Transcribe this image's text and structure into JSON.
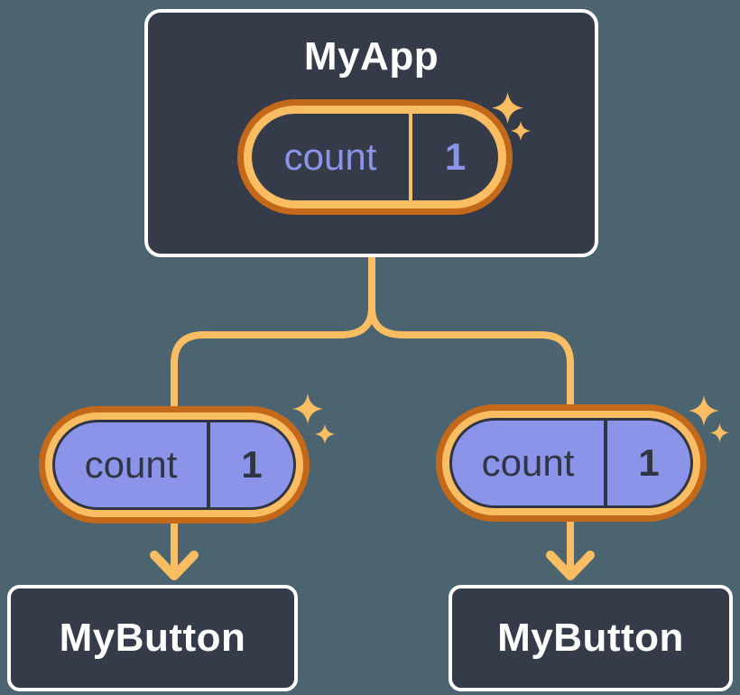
{
  "colors": {
    "background": "#4C6470",
    "node_fill": "#353B48",
    "node_border": "#FFFFFF",
    "node_text": "#FFFFFF",
    "accent_orange": "#FABD62",
    "accent_orange_dark": "#C4691A",
    "state_fill": "#8B94E8",
    "state_text_dark": "#2F3542",
    "state_text_light": "#8B94E8"
  },
  "icons": {
    "sparkle": "sparkle-icon",
    "arrow": "arrow-down-icon"
  },
  "tree": {
    "root": {
      "name": "MyApp",
      "state": {
        "key": "count",
        "value": "1"
      }
    },
    "children": [
      {
        "name": "MyButton",
        "state": {
          "key": "count",
          "value": "1"
        }
      },
      {
        "name": "MyButton",
        "state": {
          "key": "count",
          "value": "1"
        }
      }
    ]
  }
}
